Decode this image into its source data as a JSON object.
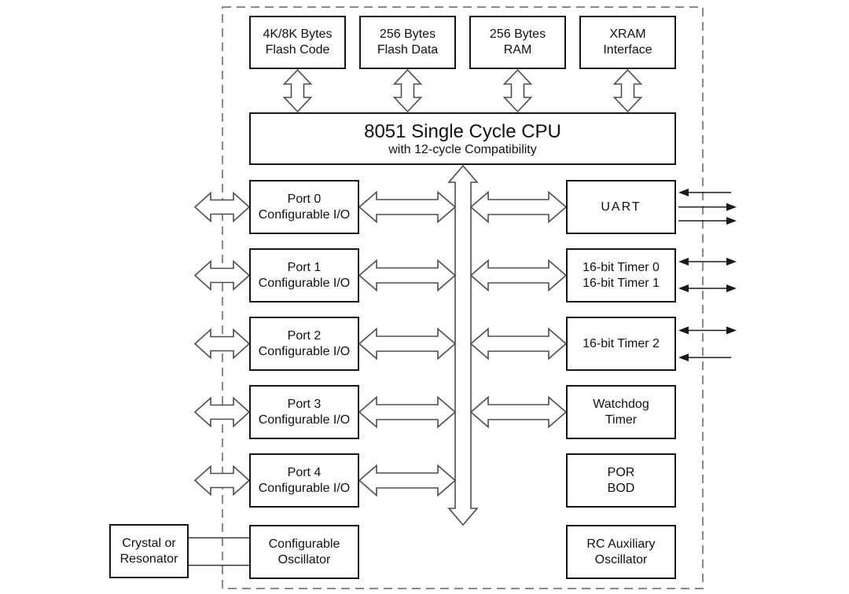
{
  "blocks": {
    "memory": [
      "4K/8K Bytes\nFlash Code",
      "256 Bytes\nFlash Data",
      "256 Bytes\nRAM",
      "XRAM\nInterface"
    ],
    "cpu": {
      "title": "8051 Single Cycle CPU",
      "subtitle": "with 12-cycle Compatibility"
    },
    "ports": [
      "Port 0\nConfigurable I/O",
      "Port 1\nConfigurable I/O",
      "Port 2\nConfigurable I/O",
      "Port 3\nConfigurable I/O",
      "Port 4\nConfigurable I/O"
    ],
    "peripherals": [
      "UART",
      "16-bit Timer 0\n16-bit Timer 1",
      "16-bit Timer 2",
      "Watchdog\nTimer",
      "POR\nBOD",
      "RC Auxiliary\nOscillator"
    ],
    "clock": {
      "external": "Crystal or\nResonator",
      "internal": "Configurable\nOscillator"
    }
  },
  "colors": {
    "background": "#ffffff",
    "box_border": "#161616",
    "text": "#111111",
    "arrow_outline": "#4d4d4d",
    "dashed_boundary": "#8a8a8a",
    "signal_arrow": "#1a1a1a"
  }
}
